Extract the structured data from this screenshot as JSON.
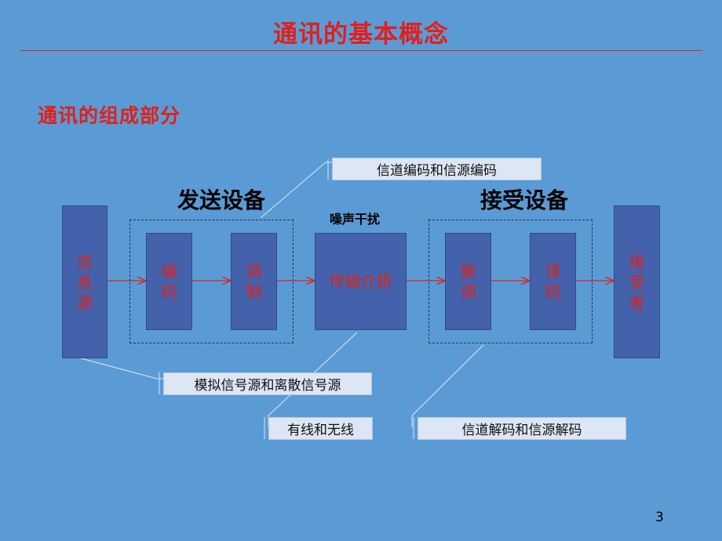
{
  "title": "通讯的基本概念",
  "subtitle": "通讯的组成部分",
  "groups": {
    "send": "发送设备",
    "receive": "接受设备"
  },
  "noise": "噪声干扰",
  "nodes": {
    "source": "信\n息\n源",
    "encode": "编\n码",
    "modulate": "调\n制",
    "medium": "传输介质",
    "demodulate": "解\n调",
    "decode": "译\n码",
    "receiver": "接\n受\n者"
  },
  "callouts": {
    "channel_source_coding": "信道编码和信源编码",
    "analog_discrete": "模拟信号源和离散信号源",
    "wired_wireless": "有线和无线",
    "channel_source_decoding": "信道解码和信源解码"
  },
  "colors": {
    "background": "#5b9bd5",
    "node_fill": "#4462ab",
    "accent": "#e0201b",
    "callout_fill": "#dde6f5"
  },
  "page_number": "3"
}
